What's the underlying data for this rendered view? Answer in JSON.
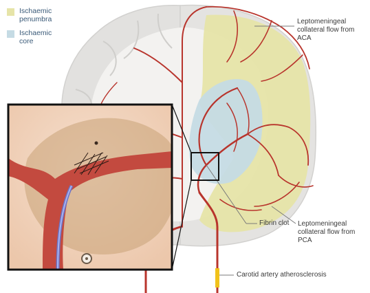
{
  "legend": {
    "items": [
      {
        "label": "Ischaemic penumbra",
        "color": "#e6e4a8"
      },
      {
        "label": "Ischaemic core",
        "color": "#c5dbe4"
      }
    ]
  },
  "labels": {
    "aca": "Leptomeningeal collateral flow from ACA",
    "pca": "Leptomeningeal collateral flow from PCA",
    "fibrin": "Fibrin clot",
    "carotid": "Carotid artery atherosclerosis"
  },
  "colors": {
    "artery": "#b8342c",
    "grey_matter": "#e4e3e1",
    "penumbra": "#e6e4a8",
    "core": "#c5dbe4",
    "plaque": "#f1c21b"
  }
}
